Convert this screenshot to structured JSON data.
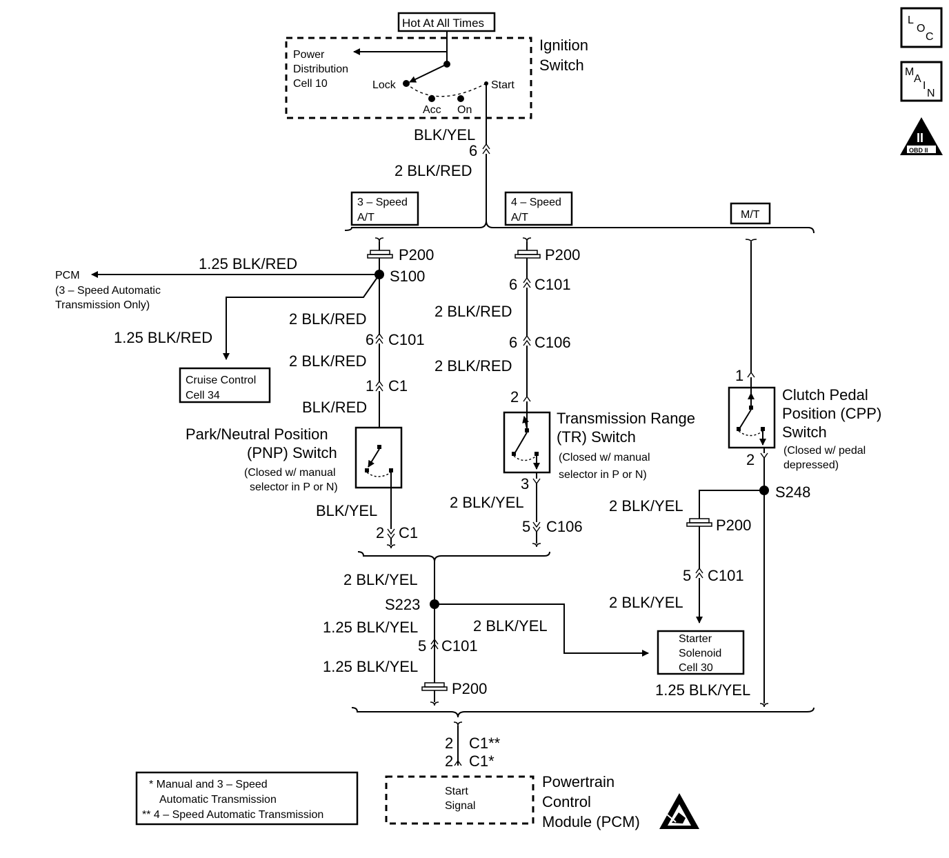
{
  "side_icons": {
    "loc": "LOC",
    "main": "MAIN",
    "obd": "OBD II",
    "obd_roman": "II"
  },
  "ignition": {
    "hot_label": "Hot At All Times",
    "title_l1": "Ignition",
    "title_l2": "Switch",
    "pd_l1": "Power",
    "pd_l2": "Distribution",
    "pd_l3": "Cell 10",
    "lock": "Lock",
    "acc": "Acc",
    "on": "On",
    "start": "Start"
  },
  "top_wire": {
    "blkyel": "BLK/YEL",
    "pin6": "6",
    "blkred": "2 BLK/RED"
  },
  "options": {
    "speed3": [
      "3 – Speed",
      "A/T"
    ],
    "speed4": [
      "4 – Speed",
      "A/T"
    ],
    "mt": "M/T"
  },
  "left_branch": {
    "p200": "P200",
    "s100": "S100",
    "pcm": "PCM",
    "pcm_note1": "(3 – Speed Automatic",
    "pcm_note2": "Transmission Only)",
    "w125red_top": "1.25 BLK/RED",
    "w125red_side": "1.25 BLK/RED",
    "cruise1": "Cruise Control",
    "cruise2": "Cell 34",
    "w2red_a": "2 BLK/RED",
    "pin6": "6",
    "c101": "C101",
    "w2red_b": "2 BLK/RED",
    "pin1": "1",
    "c1": "C1",
    "blkred": "BLK/RED",
    "pnp1": "Park/Neutral Position",
    "pnp2": "(PNP) Switch",
    "pnp_n1": "(Closed w/ manual",
    "pnp_n2": "selector in P or N)",
    "blkyel": "BLK/YEL",
    "pin2": "2",
    "c1b": "C1"
  },
  "mid_branch": {
    "p200": "P200",
    "pin6a": "6",
    "c101": "C101",
    "w2red_a": "2 BLK/RED",
    "pin6b": "6",
    "c106": "C106",
    "w2red_b": "2 BLK/RED",
    "pin2": "2",
    "tr1": "Transmission Range",
    "tr2": "(TR) Switch",
    "tr_n1": "(Closed w/ manual",
    "tr_n2": "selector in P or N)",
    "pin3": "3",
    "w2yel": "2 BLK/YEL",
    "pin5": "5",
    "c106b": "C106"
  },
  "right_branch": {
    "pin1": "1",
    "cpp1": "Clutch Pedal",
    "cpp2": "Position (CPP)",
    "cpp3": "Switch",
    "cpp_n1": "(Closed w/ pedal",
    "cpp_n2": "depressed)",
    "pin2": "2",
    "s248": "S248",
    "w2yel_a": "2 BLK/YEL",
    "p200": "P200",
    "pin5": "5",
    "c101": "C101",
    "w2yel_b": "2 BLK/YEL",
    "starter1": "Starter",
    "starter2": "Solenoid",
    "starter3": "Cell 30",
    "w125yel": "1.25 BLK/YEL"
  },
  "bottom": {
    "w2yel": "2 BLK/YEL",
    "s223": "S223",
    "w125yel_a": "1.25 BLK/YEL",
    "w2yel_right": "2 BLK/YEL",
    "pin5": "5",
    "c101": "C101",
    "w125yel_b": "1.25 BLK/YEL",
    "p200": "P200",
    "pin2a": "2",
    "c1a": "C1**",
    "pin2b": "2",
    "c1b": "C1*",
    "pcm_inner1": "Start",
    "pcm_inner2": "Signal",
    "pcm_title1": "Powertrain",
    "pcm_title2": "Control",
    "pcm_title3": "Module (PCM)"
  },
  "legend": {
    "l1": "* Manual and 3 – Speed",
    "l2": "Automatic Transmission",
    "l3": "** 4 – Speed Automatic Transmission"
  }
}
